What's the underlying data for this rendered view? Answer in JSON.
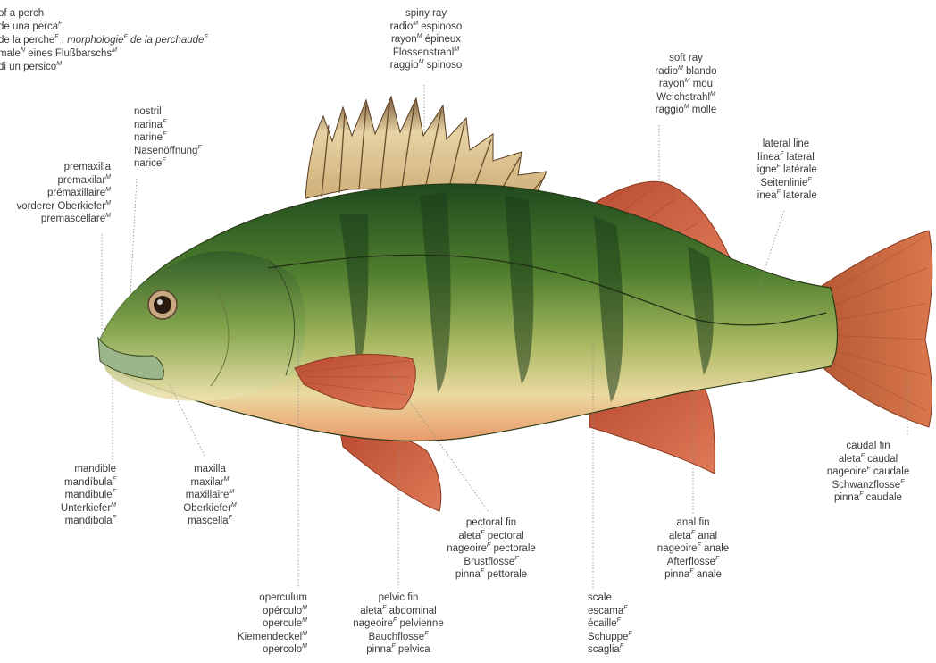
{
  "title": {
    "l1": "of a perch",
    "l2a": "de una perca",
    "l2s": "F",
    "l3a": "de la perche",
    "l3s1": "F",
    "l3b": " ; ",
    "l3c": "morphologie",
    "l3s2": "F",
    "l3d": " de la perchaude",
    "l3s3": "F",
    "l4a": "male",
    "l4s1": "N",
    "l4b": " eines Flußbarschs",
    "l4s2": "M",
    "l5a": "di un persico",
    "l5s": "M"
  },
  "labels": {
    "spiny_ray": [
      [
        "spiny ray",
        ""
      ],
      [
        "radio",
        "M",
        " espinoso"
      ],
      [
        "rayon",
        "M",
        " épineux"
      ],
      [
        "Flossenstrahl",
        "M",
        ""
      ],
      [
        "raggio",
        "M",
        " spinoso"
      ]
    ],
    "soft_ray": [
      [
        "soft ray",
        ""
      ],
      [
        "radio",
        "M",
        " blando"
      ],
      [
        "rayon",
        "M",
        " mou"
      ],
      [
        "Weichstrahl",
        "M",
        ""
      ],
      [
        "raggio",
        "M",
        " molle"
      ]
    ],
    "nostril": [
      [
        "nostril",
        ""
      ],
      [
        "narina",
        "F",
        ""
      ],
      [
        "narine",
        "F",
        ""
      ],
      [
        "Nasenöffnung",
        "F",
        ""
      ],
      [
        "narice",
        "F",
        ""
      ]
    ],
    "premaxilla": [
      [
        "premaxilla",
        ""
      ],
      [
        "premaxilar",
        "M",
        ""
      ],
      [
        "prémaxillaire",
        "M",
        ""
      ],
      [
        "vorderer Oberkiefer",
        "M",
        ""
      ],
      [
        "premascellare",
        "M",
        ""
      ]
    ],
    "lateral_line": [
      [
        "lateral line",
        ""
      ],
      [
        "línea",
        "F",
        " lateral"
      ],
      [
        "ligne",
        "F",
        " latérale"
      ],
      [
        "Seitenlinie",
        "F",
        ""
      ],
      [
        "linea",
        "F",
        " laterale"
      ]
    ],
    "mandible": [
      [
        "mandible",
        ""
      ],
      [
        "mandíbula",
        "F",
        ""
      ],
      [
        "mandibule",
        "F",
        ""
      ],
      [
        "Unterkiefer",
        "M",
        ""
      ],
      [
        "mandibola",
        "F",
        ""
      ]
    ],
    "maxilla": [
      [
        "maxilla",
        ""
      ],
      [
        "maxilar",
        "M",
        ""
      ],
      [
        "maxillaire",
        "M",
        ""
      ],
      [
        "Oberkiefer",
        "M",
        ""
      ],
      [
        "mascella",
        "F",
        ""
      ]
    ],
    "caudal_fin": [
      [
        "caudal fin",
        ""
      ],
      [
        "aleta",
        "F",
        " caudal"
      ],
      [
        "nageoire",
        "F",
        " caudale"
      ],
      [
        "Schwanzflosse",
        "F",
        ""
      ],
      [
        "pinna",
        "F",
        " caudale"
      ]
    ],
    "pectoral_fin": [
      [
        "pectoral fin",
        ""
      ],
      [
        "aleta",
        "F",
        " pectoral"
      ],
      [
        "nageoire",
        "F",
        " pectorale"
      ],
      [
        "Brustflosse",
        "F",
        ""
      ],
      [
        "pinna",
        "F",
        " pettorale"
      ]
    ],
    "anal_fin": [
      [
        "anal fin",
        ""
      ],
      [
        "aleta",
        "F",
        " anal"
      ],
      [
        "nageoire",
        "F",
        " anale"
      ],
      [
        "Afterflosse",
        "F",
        ""
      ],
      [
        "pinna",
        "F",
        " anale"
      ]
    ],
    "operculum": [
      [
        "operculum",
        ""
      ],
      [
        "opérculo",
        "M",
        ""
      ],
      [
        "opercule",
        "M",
        ""
      ],
      [
        "Kiemendeckel",
        "M",
        ""
      ],
      [
        "opercolo",
        "M",
        ""
      ]
    ],
    "pelvic_fin": [
      [
        "pelvic fin",
        ""
      ],
      [
        "aleta",
        "F",
        " abdominal"
      ],
      [
        "nageoire",
        "F",
        " pelvienne"
      ],
      [
        "Bauchflosse",
        "F",
        ""
      ],
      [
        "pinna",
        "F",
        " pelvica"
      ]
    ],
    "scale": [
      [
        "scale",
        ""
      ],
      [
        "escama",
        "F",
        ""
      ],
      [
        "écaille",
        "F",
        ""
      ],
      [
        "Schuppe",
        "F",
        ""
      ],
      [
        "scaglia",
        "F",
        ""
      ]
    ]
  },
  "colors": {
    "body_dark": "#2f5a26",
    "body_mid": "#6e9a3a",
    "belly": "#e8e2a8",
    "fin_red": "#c85a3a",
    "spiny_fin": "#d9c08c",
    "text": "#3a3a3a"
  }
}
